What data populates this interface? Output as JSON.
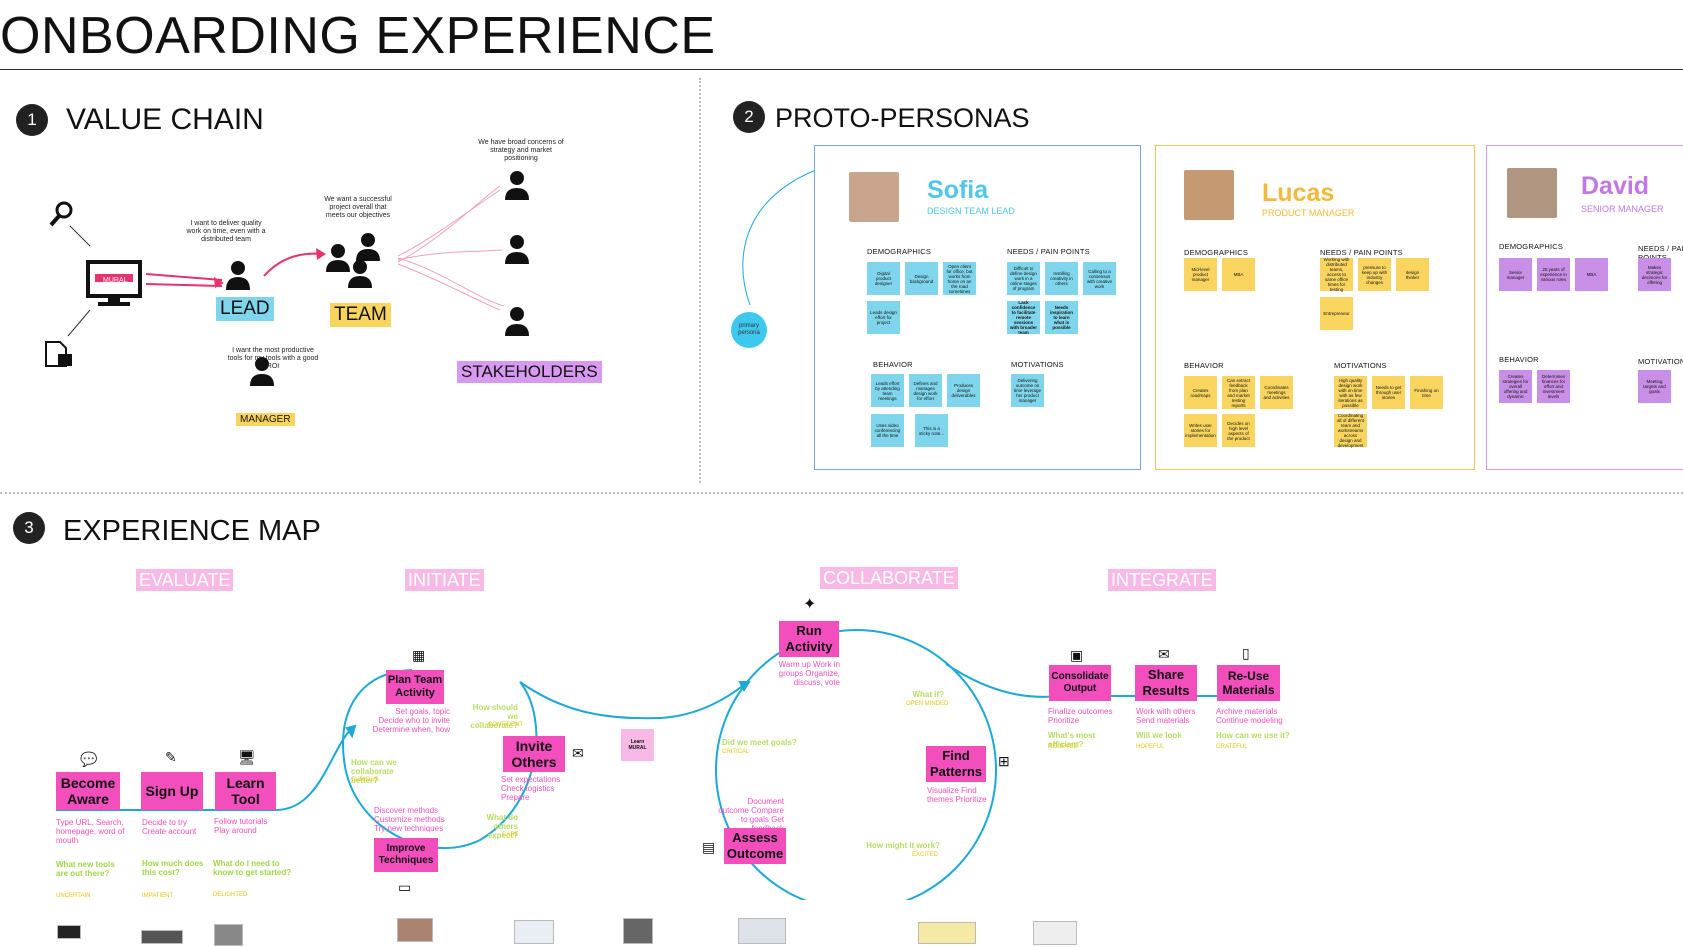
{
  "title": "ONBOARDING EXPERIENCE",
  "sections": {
    "value_chain": {
      "num": "1",
      "title": "VALUE CHAIN"
    },
    "personas": {
      "num": "2",
      "title": "PROTO-PERSONAS"
    },
    "experience": {
      "num": "3",
      "title": "EXPERIENCE MAP"
    }
  },
  "value_chain": {
    "lead": "LEAD",
    "team": "TEAM",
    "stakeholders": "STAKEHOLDERS",
    "manager": "MANAGER",
    "lead_quote": "I want to deliver quality work on time, even with a distributed team",
    "team_quote": "We want a successful project overall that meets our objectives",
    "stake_quote": "We have broad concerns of strategy and market positioning",
    "manager_quote": "I want the most productive tools for my tools with a good ROI",
    "monitor_text": "MURAL"
  },
  "colors": {
    "cyan": "#7fd6ec",
    "yellow": "#f9d560",
    "purple": "#c98ee6",
    "pink": "#f24fbd",
    "curve": "#1ca9d4"
  },
  "personas": {
    "primary_label": "primary persona",
    "labels": {
      "demographics": "DEMOGRAPHICS",
      "needs": "NEEDS / PAIN POINTS",
      "behavior": "BEHAVIOR",
      "motivations": "MOTIVATIONS"
    },
    "sofia": {
      "name": "Sofia",
      "role": "DESIGN TEAM LEAD",
      "demo": [
        "Digital product designer",
        "Design background",
        "Open client for office, but works from home on an the road sometimes",
        "Leads design effort for project"
      ],
      "needs": [
        "Difficult to define design work in a online stages of program",
        "Instilling creativity in others",
        "Calling to a consensus with creative work",
        "Lack confidence to facilitate remote sessions with broader team",
        "Needs inspiration to learn what is possible"
      ],
      "behavior": [
        "Leads effort by attending team meetings",
        "Defines and manages design work for effort",
        "Produces design deliverables",
        "Uses video conferencing all the time",
        "This is a sticky note..."
      ],
      "motivations": [
        "Delivering outcome on time leverage her product manager"
      ]
    },
    "lucas": {
      "name": "Lucas",
      "role": "PRODUCT MANAGER",
      "demo": [
        "Mid-level product manager",
        "MBA"
      ],
      "needs": [
        "Working with distributed teams, access to same office times for testing",
        "pressure to keep up with industry changes",
        "design thinker",
        "Entrepreneur"
      ],
      "behavior": [
        "Creates roadmaps",
        "Can extract feedback from plan and market testing reports",
        "Coordinates meetings and activities",
        "Writes user stories for implementation",
        "Decides on high level aspects of the product"
      ],
      "motivations": [
        "High quality design work with on time with as few iterations as possible",
        "Needs to get through user stories",
        "Finishing on time",
        "Coordinating all of different team and workstreams across design and development"
      ]
    },
    "david": {
      "name": "David",
      "role": "SENIOR MANAGER",
      "demo": [
        "Senior manager",
        "20 years of experience in various roles",
        "MBA"
      ],
      "needs": [
        "Makes strategic decisions for offering"
      ],
      "behavior": [
        "Creates strategies for overall offering and dynamic",
        "Determines finances for effort and investment levels"
      ],
      "motivations": [
        "Meeting targets and goals"
      ]
    }
  },
  "experience": {
    "phases": [
      "EVALUATE",
      "INITIATE",
      "COLLABORATE",
      "INTEGRATE"
    ],
    "steps": {
      "become_aware": "Become Aware",
      "sign_up": "Sign Up",
      "learn_tool": "Learn Tool",
      "plan_team": "Plan Team Activity",
      "invite": "Invite Others",
      "improve": "Improve Techniques",
      "run": "Run Activity",
      "assess": "Assess Outcome",
      "find": "Find Patterns",
      "consolidate": "Consolidate Output",
      "share": "Share Results",
      "reuse": "Re-Use Materials",
      "learn_mural": "Learn MURAL"
    },
    "notes": {
      "become_aware_p": "Type URL, Search, homepage, word of mouth",
      "become_aware_g": "What new tools are out there?",
      "become_aware_e": "UNCERTAIN",
      "sign_up_p": "Decide to try Create account",
      "sign_up_g": "How much does this cost?",
      "sign_up_e": "IMPATIENT",
      "learn_p": "Follow tutorials Play around",
      "learn_g": "What do I need to know to get started?",
      "learn_e": "DELIGHTED",
      "plan_p": "Set goals, topic Decide who to invite Determine when, how",
      "collab_g": "How can we collaborate better?",
      "collab_e": "CURIOUS",
      "invite_p": "Set expectations Check logistics Prepare",
      "invite_g1": "How should we collaborate?",
      "invite_e1": "CONFIDENT",
      "invite_g2": "What do others expect?",
      "invite_e2": "CARE",
      "improve_p": "Discover methods Customize methods Try new techniques",
      "run_p": "Warm up Work in groups Organize, discuss, vote",
      "goals_g": "Did we meet goals?",
      "goals_e": "CRITICAL",
      "assess_p": "Document outcome Compare to goals Get feedback",
      "what_g": "What if?",
      "what_e": "OPEN MINDED",
      "find_p": "Visualize Find themes Prioritize",
      "work_g": "How might it work?",
      "work_e": "EXCITED",
      "consolidate_p": "Finalize outcomes Prioritize",
      "consolidate_g": "What's most efficient?",
      "consolidate_e": "RELIEVED",
      "share_p": "Work with others Send materials",
      "share_g": "Will we look",
      "share_e": "HOPEFUL",
      "reuse_p": "Archive materials Continue modeling",
      "reuse_g": "How can we use it?",
      "reuse_e": "GRATEFUL"
    }
  }
}
